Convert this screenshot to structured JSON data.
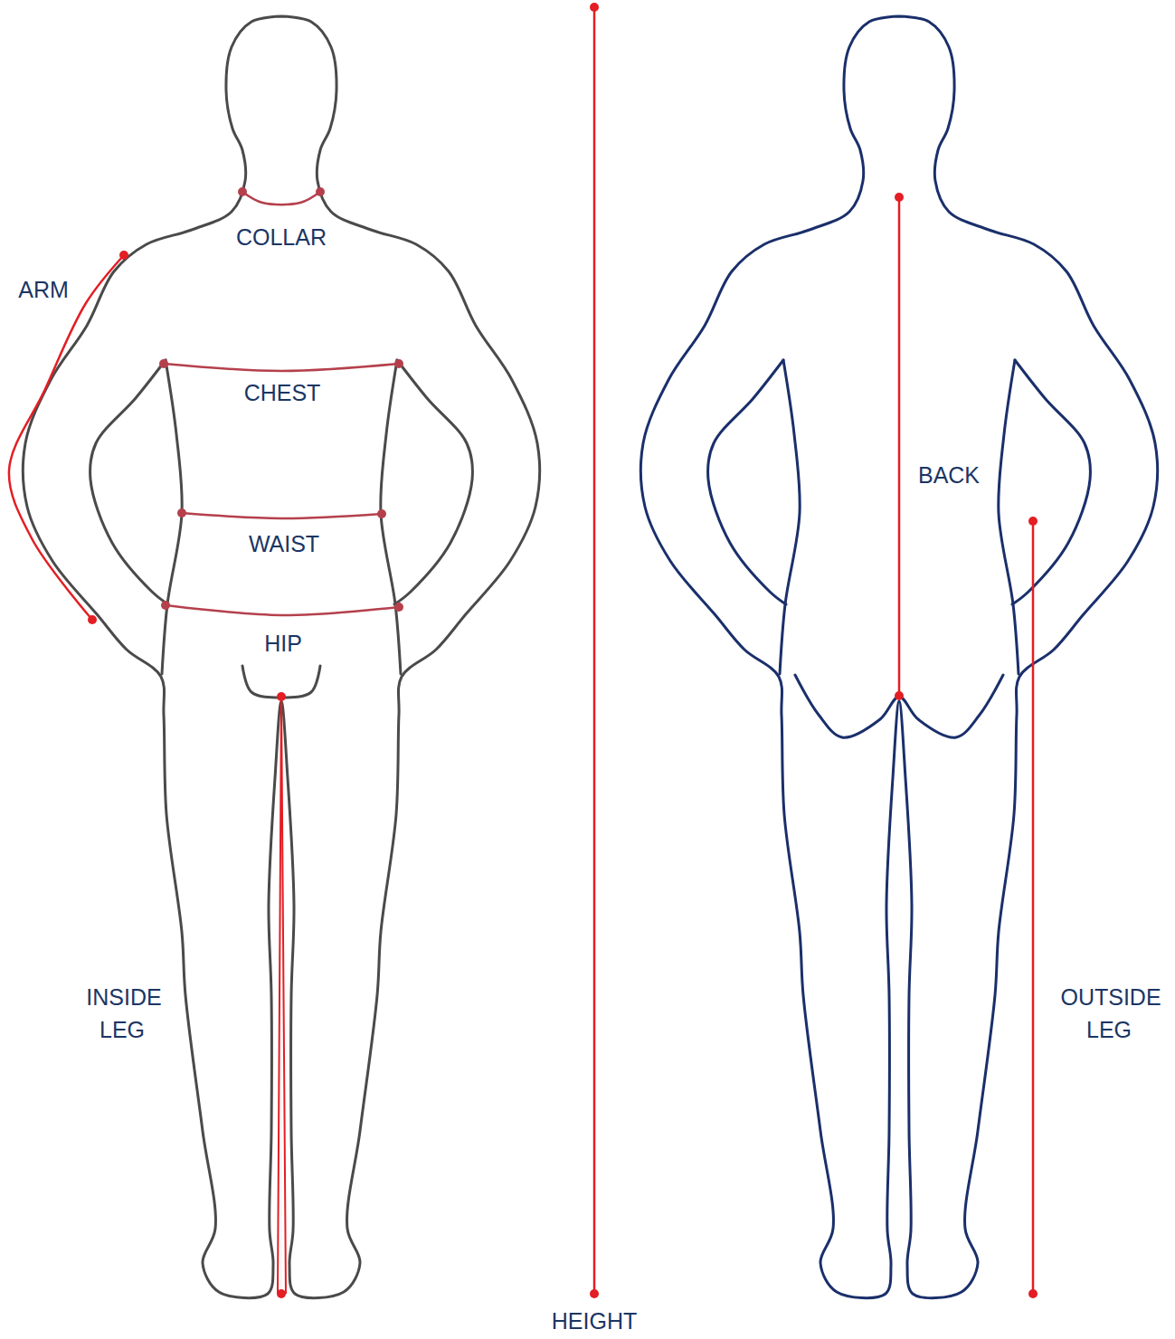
{
  "diagram": {
    "labels": [
      "COLLAR",
      "ARM",
      "CHEST",
      "WAIST",
      "HIP",
      "INSIDE LEG",
      "HEIGHT",
      "BACK",
      "OUTSIDE LEG"
    ]
  }
}
